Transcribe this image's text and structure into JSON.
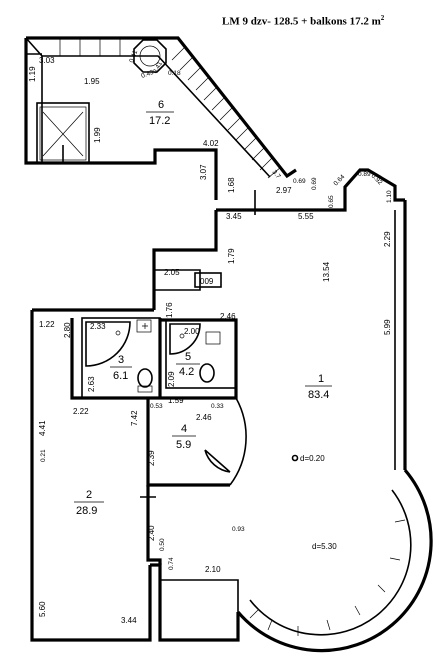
{
  "title": {
    "main": "LM 9 dzv- 128.5 + balkons 17.2 m",
    "sup": "2"
  },
  "unit_code": "009",
  "rooms": [
    {
      "number": "1",
      "area": "83.4"
    },
    {
      "number": "2",
      "area": "28.9"
    },
    {
      "number": "3",
      "area": "6.1"
    },
    {
      "number": "4",
      "area": "5.9"
    },
    {
      "number": "5",
      "area": "4.2"
    },
    {
      "number": "6",
      "area": "17.2"
    }
  ],
  "notes": {
    "column_diameter": "d=0.20",
    "bay_diameter": "d=5.30"
  },
  "dimensions": [
    "3.03",
    "1.19",
    "1.95",
    "1.99",
    "0.41",
    "0.43",
    "0.41",
    "0.18",
    "4.02",
    "3.07",
    "1.68",
    "2.97",
    "3.45",
    "5.55",
    "3.7",
    "0.69",
    "0.69",
    "0.64",
    "0.89",
    "0.92",
    "1.10",
    "0.65",
    "2.29",
    "13.54",
    "5.99",
    "1.79",
    "2.05",
    "1.76",
    "2.46",
    "2.00",
    "2.09",
    "1.22",
    "2.80",
    "2.33",
    "2.63",
    "2.22",
    "7.42",
    "0.53",
    "1.59",
    "0.33",
    "2.46",
    "4.41",
    "0.21",
    "2.39",
    "2.40",
    "0.50",
    "0.74",
    "2.10",
    "0.93",
    "5.60",
    "3.44"
  ]
}
